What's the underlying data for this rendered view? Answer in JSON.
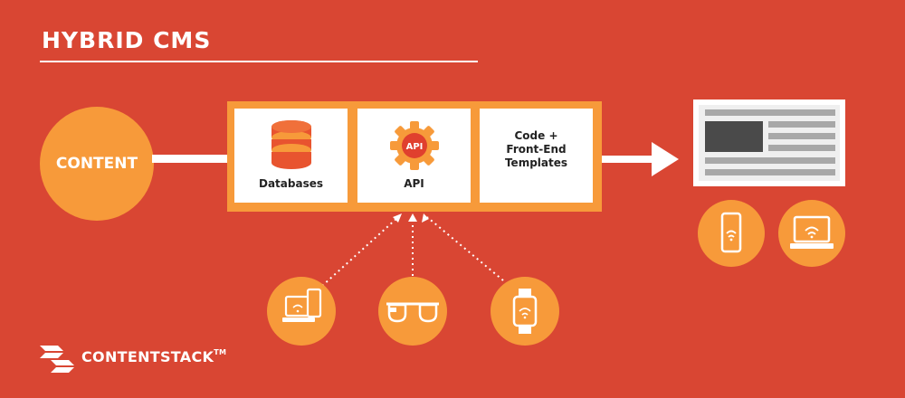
{
  "title": "HYBRID CMS",
  "content_label": "CONTENT",
  "boxes": {
    "databases": "Databases",
    "api": "API",
    "templates": "Code +\nFront-End\nTemplates"
  },
  "api_badge": "API",
  "logo": {
    "name": "CONTENTSTACK",
    "tm": "TM"
  },
  "colors": {
    "background": "#d94633",
    "accent": "#f79a3a",
    "white": "#ffffff",
    "dark": "#4a4a4a"
  },
  "icons": [
    "database-icon",
    "gear-api-icon",
    "browser-page-icon",
    "smartphone-icon",
    "laptop-icon",
    "laptop-phone-icon",
    "smart-glasses-icon",
    "smartwatch-icon",
    "contentstack-logo-icon"
  ]
}
